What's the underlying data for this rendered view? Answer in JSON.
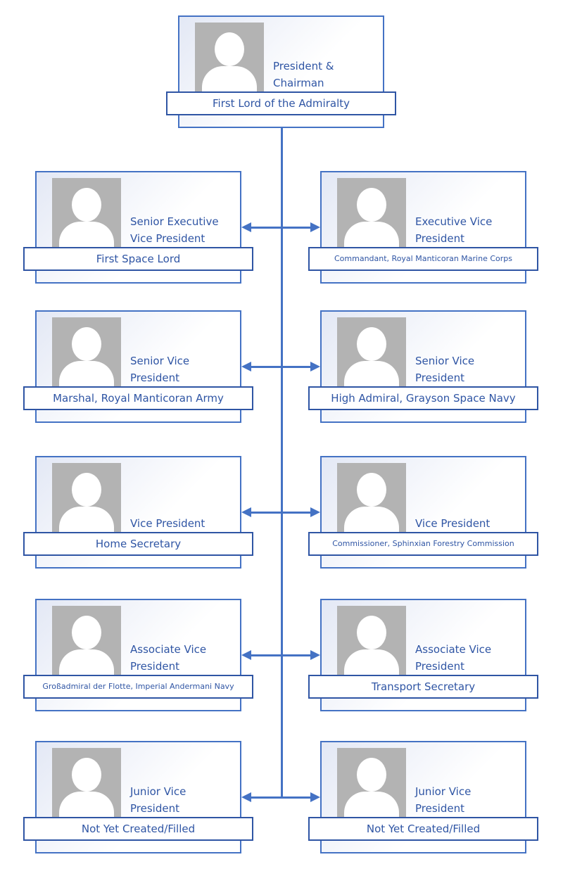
{
  "colors": {
    "accent": "#4472c4",
    "text": "#2f55a4"
  },
  "top": {
    "title": "President & Chairman",
    "name": "First Lord of the Admiralty"
  },
  "rows": [
    {
      "left": {
        "title": "Senior Executive Vice President",
        "name": "First Space Lord"
      },
      "right": {
        "title": "Executive Vice President",
        "name": "Commandant, Royal Manticoran Marine Corps"
      }
    },
    {
      "left": {
        "title": "Senior Vice President",
        "name": "Marshal, Royal Manticoran Army"
      },
      "right": {
        "title": "Senior Vice President",
        "name": "High Admiral, Grayson Space Navy"
      }
    },
    {
      "left": {
        "title": "Vice President",
        "name": "Home Secretary"
      },
      "right": {
        "title": "Vice President",
        "name": "Commissioner, Sphinxian Forestry Commission"
      }
    },
    {
      "left": {
        "title": "Associate Vice President",
        "name": "Großadmiral der Flotte, Imperial Andermani Navy"
      },
      "right": {
        "title": "Associate Vice President",
        "name": "Transport Secretary"
      }
    },
    {
      "left": {
        "title": "Junior Vice President",
        "name": "Not Yet Created/Filled"
      },
      "right": {
        "title": "Junior Vice President",
        "name": "Not Yet Created/Filled"
      }
    }
  ]
}
